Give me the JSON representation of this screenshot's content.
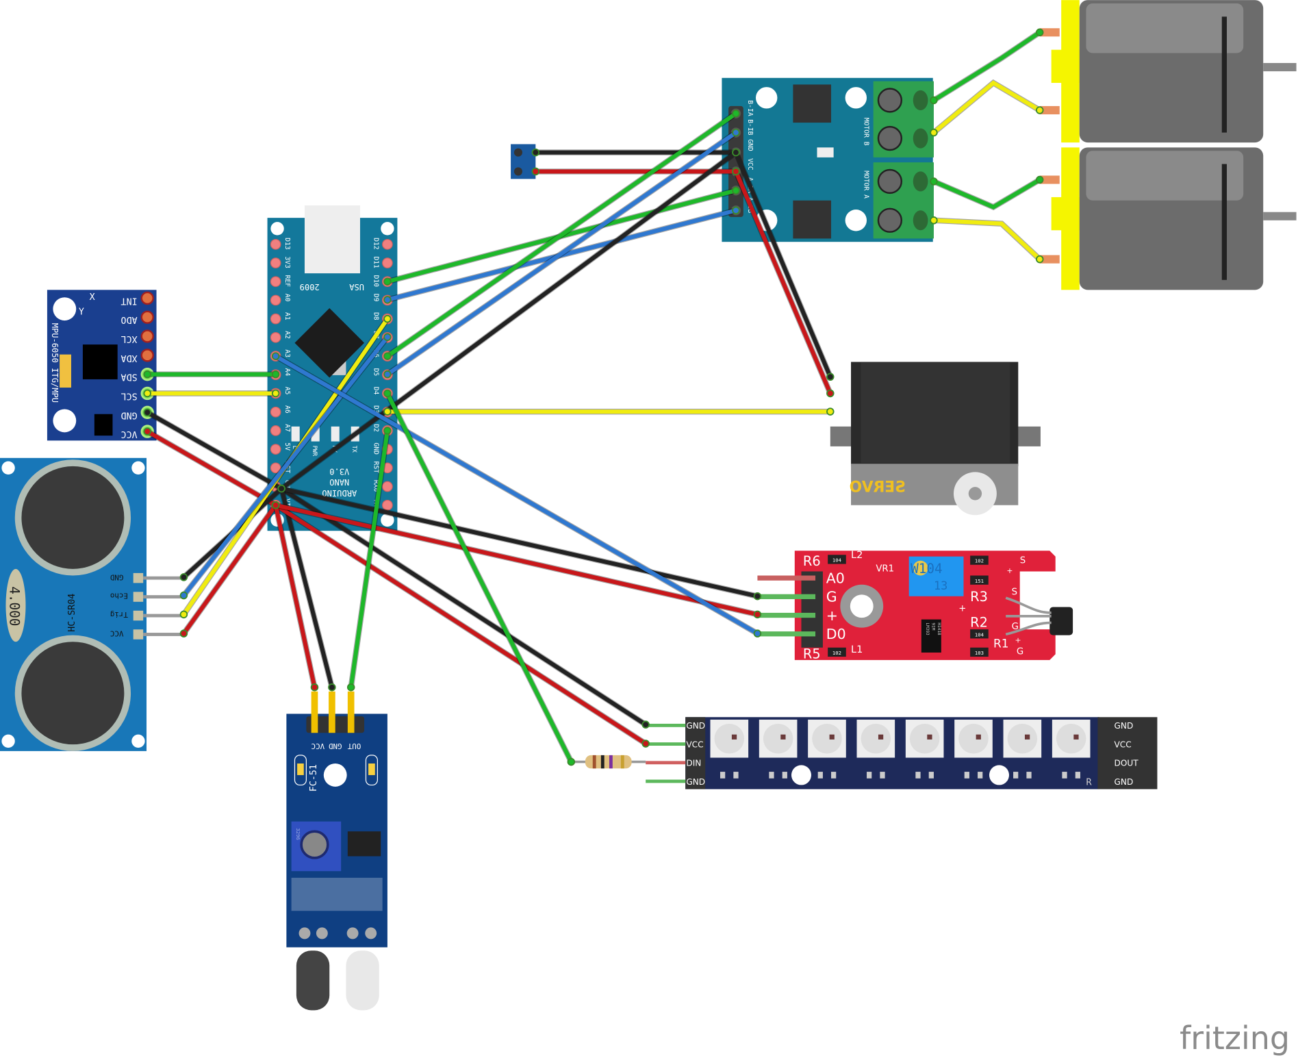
{
  "arduino": {
    "name": "ARDUINO",
    "model": "NANO",
    "version": "V3.0",
    "year": "2009",
    "country": "USA",
    "left_pins": [
      "D13",
      "3V3",
      "REF",
      "A0",
      "A1",
      "A2",
      "A3",
      "A4",
      "A5",
      "A6",
      "A7",
      "5V",
      "RST",
      "GND",
      "VIN"
    ],
    "right_pins": [
      "D12",
      "D11",
      "D10",
      "D9",
      "D8",
      "D7",
      "D6",
      "D5",
      "D4",
      "D3",
      "D2",
      "GND",
      "RST",
      "RX0",
      "TX1"
    ],
    "leds": [
      "L",
      "PWR",
      "RX",
      "TX"
    ]
  },
  "mpu": {
    "name": "MPU-6050 ITG/MPU",
    "pins": [
      "INT",
      "ADO",
      "XCL",
      "XDA",
      "SDA",
      "SCL",
      "GND",
      "VCC"
    ],
    "axis_x": "X",
    "axis_y": "Y"
  },
  "ultrasonic": {
    "name": "HC-SR04",
    "crystal": "4.000",
    "pins": [
      "GND",
      "Echo",
      "Trig",
      "VCC"
    ]
  },
  "motor_driver": {
    "pins": [
      "B-IA",
      "B-IB",
      "GND",
      "VCC",
      "A-IA",
      "A-IB"
    ],
    "motor_b": "MOTOR B",
    "motor_a": "MOTOR A"
  },
  "servo": {
    "label": "SERVO"
  },
  "sensor_board": {
    "pins": [
      "A0",
      "G",
      "+",
      "D0"
    ],
    "labels": [
      "R6",
      "R5",
      "L2",
      "L1",
      "VR1",
      "R3",
      "R2",
      "R1",
      "S",
      "+",
      "S",
      "+",
      "G",
      "+",
      "G"
    ],
    "resistors": [
      "104",
      "102",
      "102",
      "151",
      "104",
      "103"
    ],
    "pot": "W104",
    "pot_sub": "13",
    "chip": [
      "LM393",
      "91M",
      "H1418"
    ]
  },
  "ir_sensor": {
    "name": "FC-51",
    "pins": [
      "OUT",
      "GND",
      "VCC"
    ],
    "pot": "3296"
  },
  "led_strip": {
    "left_pins": [
      "GND",
      "VCC",
      "DIN",
      "GND"
    ],
    "right_pins": [
      "GND",
      "VCC",
      "DOUT",
      "GND"
    ],
    "led_count": 8,
    "mark": "R"
  },
  "logo": "fritzing",
  "colors": {
    "nano": "#13789b",
    "mpu": "#1a3f8f",
    "ultrasonic": "#1877b8",
    "driver": "#137894",
    "sensor_red": "#e0213a",
    "fc51": "#0f3f82",
    "strip": "#1e2a5a",
    "motor_yellow": "#f5f500",
    "wire_green": "#1eb82a",
    "wire_blue": "#2f78d0",
    "wire_black": "#222222",
    "wire_red": "#c8171a",
    "wire_yellow": "#f0ec10"
  }
}
